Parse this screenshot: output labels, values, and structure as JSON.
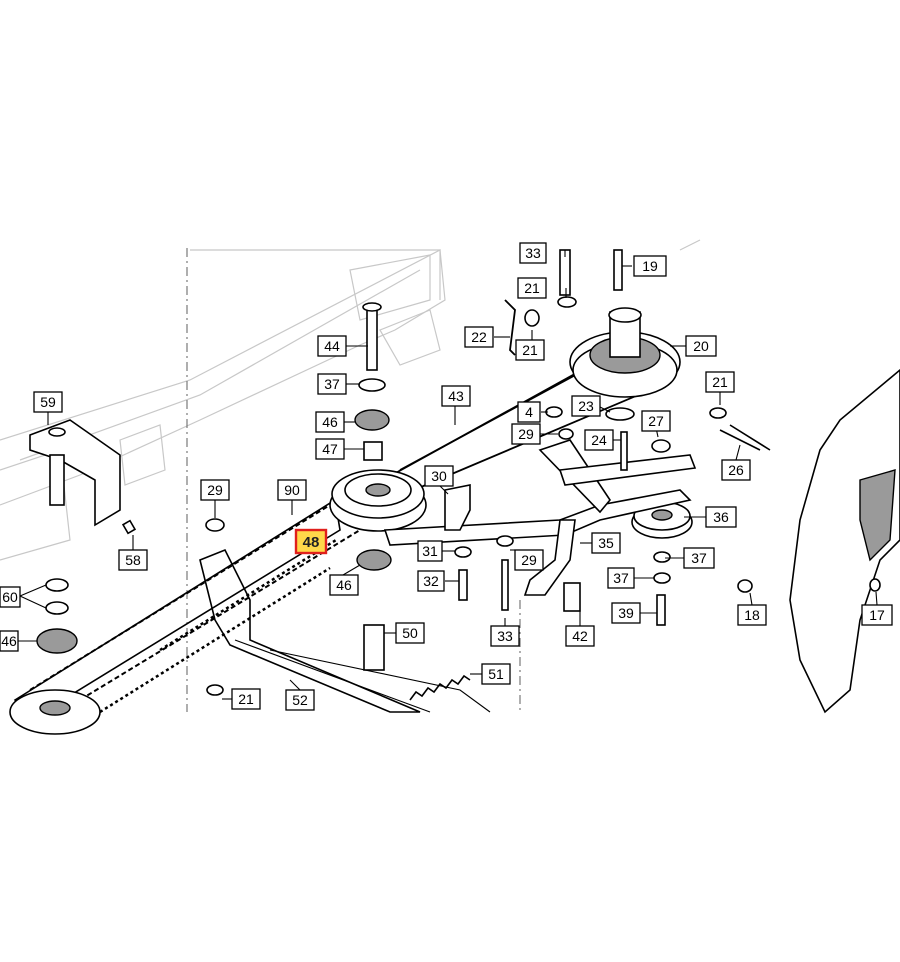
{
  "diagram": {
    "highlighted_part": "48",
    "labels": [
      {
        "id": "33a",
        "text": "33"
      },
      {
        "id": "19",
        "text": "19"
      },
      {
        "id": "21a",
        "text": "21"
      },
      {
        "id": "22",
        "text": "22"
      },
      {
        "id": "21b",
        "text": "21"
      },
      {
        "id": "20",
        "text": "20"
      },
      {
        "id": "44",
        "text": "44"
      },
      {
        "id": "37a",
        "text": "37"
      },
      {
        "id": "43",
        "text": "43"
      },
      {
        "id": "21c",
        "text": "21"
      },
      {
        "id": "4",
        "text": "4"
      },
      {
        "id": "23",
        "text": "23"
      },
      {
        "id": "27",
        "text": "27"
      },
      {
        "id": "29a",
        "text": "29"
      },
      {
        "id": "24",
        "text": "24"
      },
      {
        "id": "26",
        "text": "26"
      },
      {
        "id": "59",
        "text": "59"
      },
      {
        "id": "46a",
        "text": "46"
      },
      {
        "id": "47",
        "text": "47"
      },
      {
        "id": "30",
        "text": "30"
      },
      {
        "id": "29b",
        "text": "29"
      },
      {
        "id": "90",
        "text": "90"
      },
      {
        "id": "36",
        "text": "36"
      },
      {
        "id": "35",
        "text": "35"
      },
      {
        "id": "31",
        "text": "31"
      },
      {
        "id": "29c",
        "text": "29"
      },
      {
        "id": "37b",
        "text": "37"
      },
      {
        "id": "58",
        "text": "58"
      },
      {
        "id": "46b",
        "text": "46"
      },
      {
        "id": "32",
        "text": "32"
      },
      {
        "id": "37c",
        "text": "37"
      },
      {
        "id": "60",
        "text": "60"
      },
      {
        "id": "18",
        "text": "18"
      },
      {
        "id": "17",
        "text": "17"
      },
      {
        "id": "39",
        "text": "39"
      },
      {
        "id": "33b",
        "text": "33"
      },
      {
        "id": "42",
        "text": "42"
      },
      {
        "id": "46c",
        "text": "46"
      },
      {
        "id": "50",
        "text": "50"
      },
      {
        "id": "51",
        "text": "51"
      },
      {
        "id": "21d",
        "text": "21"
      },
      {
        "id": "52",
        "text": "52"
      }
    ]
  }
}
